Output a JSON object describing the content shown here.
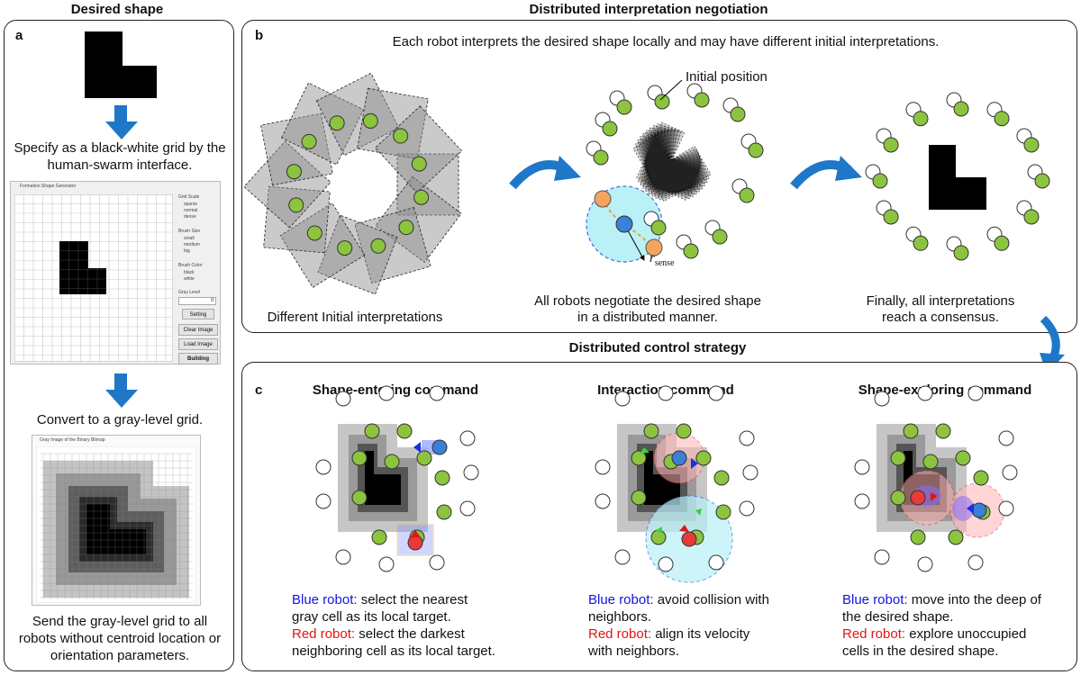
{
  "headers": {
    "desired_shape": "Desired shape",
    "negotiation": "Distributed interpretation negotiation",
    "control": "Distributed control strategy"
  },
  "panel_a": {
    "letter": "a",
    "step1": "Specify as a black-white grid by the human-swarm interface.",
    "step2": "Convert to a gray-level grid.",
    "step3": "Send the gray-level grid to all robots without centroid location or orientation parameters.",
    "gui": {
      "title": "Formation Shape Generator",
      "grid_scale_label": "Grid Scale",
      "grid_scale_options": [
        "sparse",
        "normal",
        "dense"
      ],
      "brush_size_label": "Brush Size",
      "brush_size_options": [
        "small",
        "medium",
        "big"
      ],
      "brush_color_label": "Brush Color",
      "brush_color_options": [
        "black",
        "white"
      ],
      "gray_level_label": "Gray Level",
      "gray_level_value": "0",
      "setting_button": "Setting",
      "clear_button": "Clear Image",
      "load_button": "Load Image",
      "building_button": "Building"
    },
    "gray_window_title": "Gray Image of the Binary Bitmap"
  },
  "panel_b": {
    "letter": "b",
    "intro": "Each robot interprets the desired shape locally and may have different initial interpretations.",
    "caption1": "Different Initial interpretations",
    "caption2_line1": "All robots negotiate the desired shape",
    "caption2_line2": "in a distributed manner.",
    "caption3_line1": "Finally, all interpretations",
    "caption3_line2": "reach a consensus.",
    "initial_position_label": "Initial position",
    "r_symbol": "r",
    "r_subscript": "sense"
  },
  "panel_c": {
    "letter": "c",
    "col1": {
      "title": "Shape-entering command",
      "blue_label": "Blue robot:",
      "blue_text": " select the nearest",
      "blue_text2": "gray cell as its local target.",
      "red_label": "Red robot:",
      "red_text": " select the darkest",
      "red_text2": "neighboring cell as its local target."
    },
    "col2": {
      "title": "Interaction command",
      "blue_label": "Blue robot:",
      "blue_text": " avoid collision with",
      "blue_text2": "neighbors.",
      "red_label": "Red robot:",
      "red_text": " align its velocity",
      "red_text2": "with neighbors."
    },
    "col3": {
      "title": "Shape-exploring command",
      "blue_label": "Blue robot:",
      "blue_text": " move into the deep of",
      "blue_text2": "the desired shape.",
      "red_label": "Red robot:",
      "red_text": " explore unoccupied",
      "red_text2": "cells in the desired shape."
    }
  },
  "colors": {
    "robot_green": "#8cc43f",
    "robot_blue": "#3b7fd6",
    "robot_red": "#e83a3a",
    "robot_orange": "#f3a55e",
    "arrow_blue": "#1f77c8",
    "sense_fill": "#b9f1f7"
  }
}
